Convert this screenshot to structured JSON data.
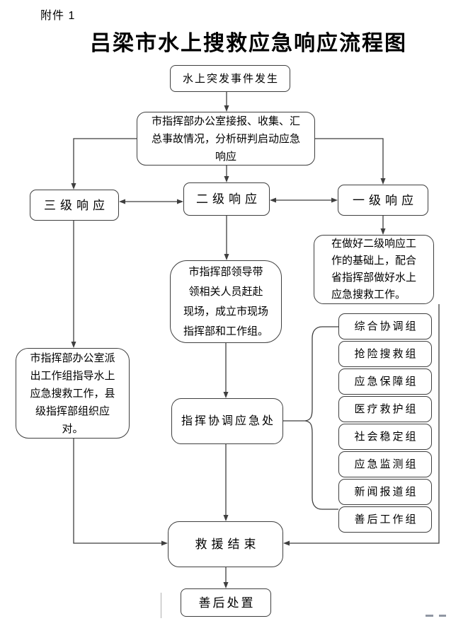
{
  "page": {
    "attachment_label": "附件 1",
    "title": "吕梁市水上搜救应急响应流程图"
  },
  "flowchart": {
    "nodes": {
      "start": "水上突发事件发生",
      "office_assess": "市指挥部办公室接报、收集、汇\n总事故情况，分析研判启动应急\n响应",
      "level3": "三级响应",
      "level2": "二级响应",
      "level1": "一级响应",
      "level1_action": "在做好二级响应工\n作的基础上，配合\n省指挥部做好水上\n应急搜救工作。",
      "level2_action": "市指挥部领导带\n领相关人员赶赴\n现场，成立市现场\n指挥部和工作组。",
      "level3_action": "市指挥部办公室派\n出工作组指导水上\n应急搜救工作，县\n级指挥部组织应\n对。",
      "command_center": "指挥协调应急处",
      "rescue_end": "救援结束",
      "aftermath": "善后处置"
    },
    "work_groups": [
      "综合协调组",
      "抢险搜救组",
      "应急保障组",
      "医疗救护组",
      "社会稳定组",
      "应急监测组",
      "新闻报道组",
      "善后工作组"
    ]
  },
  "colors": {
    "line": "#3f3f3f",
    "box_border": "#3f3f3f",
    "text": "#000000",
    "background": "#ffffff"
  }
}
